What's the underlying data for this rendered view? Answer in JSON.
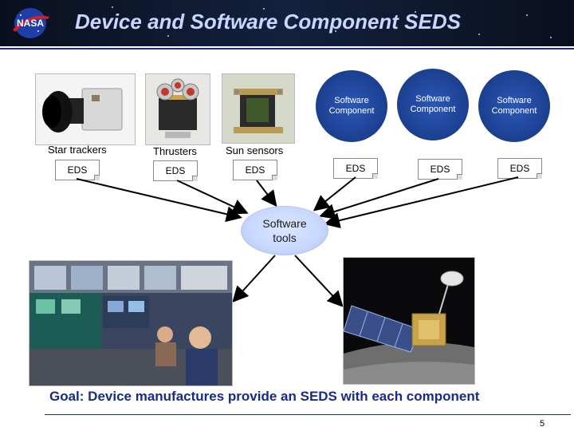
{
  "header": {
    "title": "Device and Software Component SEDS",
    "logo_text": "NASA"
  },
  "devices": [
    {
      "caption": "Star trackers",
      "eds": "EDS"
    },
    {
      "caption": "Thrusters",
      "eds": "EDS"
    },
    {
      "caption": "Sun sensors",
      "eds": "EDS"
    }
  ],
  "software_components": [
    {
      "label": "Software Component",
      "eds": "EDS"
    },
    {
      "label": "Software Component",
      "eds": "EDS"
    },
    {
      "label": "Software Component",
      "eds": "EDS"
    }
  ],
  "tools": {
    "label": "Software tools"
  },
  "goal": "Goal: Device manufactures provide an SEDS with each component",
  "page_number": "5"
}
